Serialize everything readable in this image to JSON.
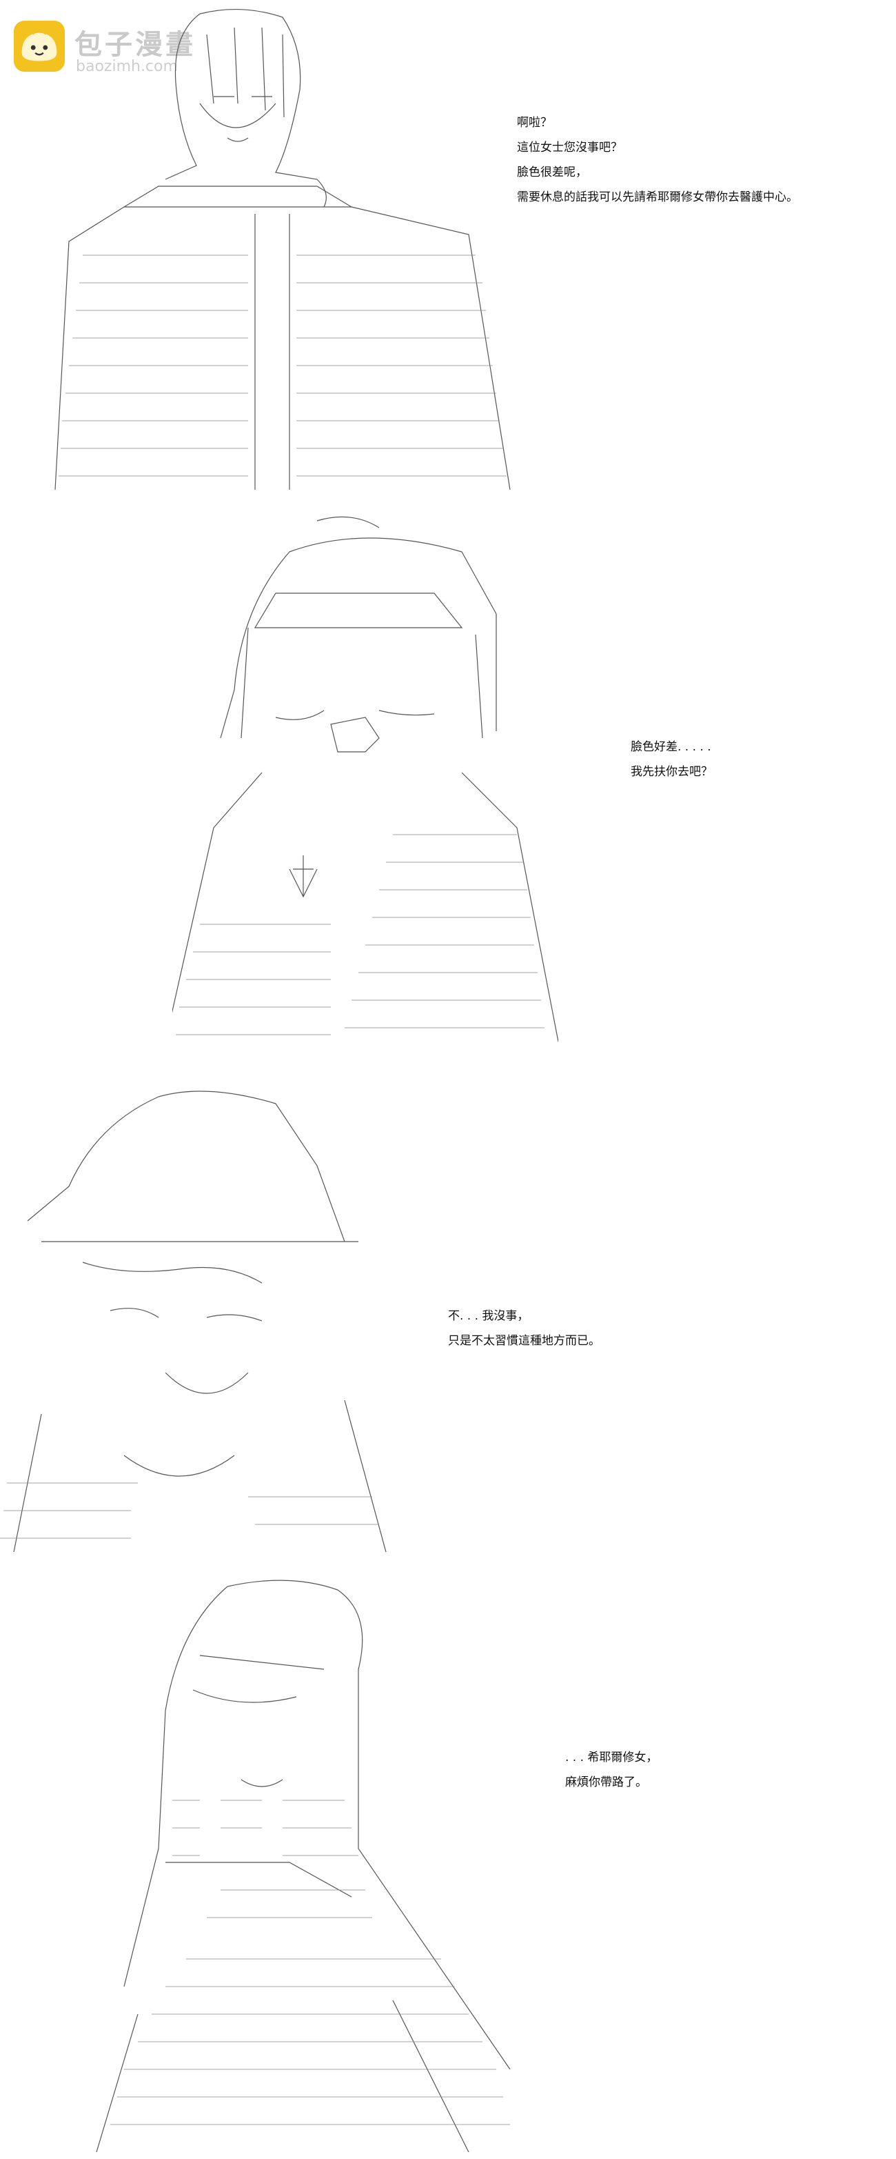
{
  "watermark": {
    "site_name": "包子漫畫",
    "site_url": "baozimh.com",
    "logo_icon": "bun-logo-icon"
  },
  "panels": [
    {
      "id": "panel-1",
      "dialogue": [
        "啊啦？",
        "這位女士您沒事吧？",
        "臉色很差呢，",
        "需要休息的話我可以先請希耶爾修女帶你去醫護中心。"
      ]
    },
    {
      "id": "panel-2",
      "dialogue": [
        "臉色好差. . . . .",
        "我先扶你去吧？"
      ]
    },
    {
      "id": "panel-3",
      "dialogue": [
        "不. . . 我沒事，",
        "只是不太習慣這種地方而已。"
      ]
    },
    {
      "id": "panel-4",
      "dialogue": [
        ". . . 希耶爾修女，",
        "麻煩你帶路了。"
      ]
    }
  ]
}
